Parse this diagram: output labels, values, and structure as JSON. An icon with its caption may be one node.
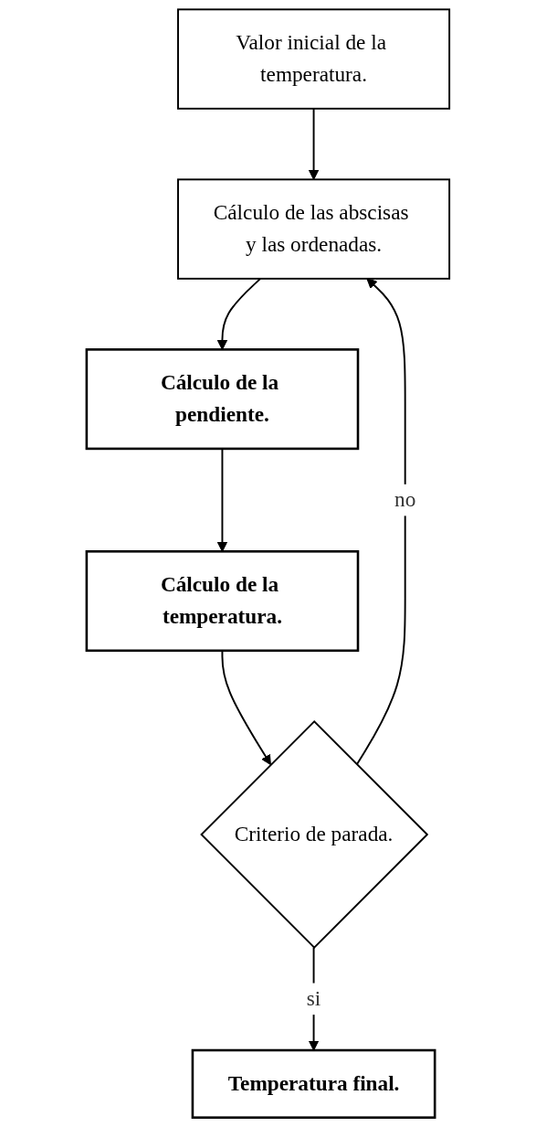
{
  "diagram": {
    "nodes": [
      {
        "text": [
          "Valor inicial de la temperatura."
        ]
      },
      {
        "text": [
          "Cálculo de las abscisas y las ordenadas."
        ]
      },
      {
        "text": [
          "Cálculo de la pendiente."
        ]
      },
      {
        "text": [
          "Cálculo de la temperatura."
        ]
      },
      {
        "text": [
          "Criterio de parada."
        ]
      },
      {
        "text": [
          "Temperatura final."
        ]
      }
    ],
    "edges": [
      {
        "from": 0,
        "to": 1,
        "arrow": "to"
      },
      {
        "from": 1,
        "to": 2,
        "arrow": "to"
      },
      {
        "from": 2,
        "to": 3,
        "arrow": "to"
      },
      {
        "from": 3,
        "to": 4,
        "arrow": "to"
      },
      {
        "from": 4,
        "to": 1,
        "arrow": "to",
        "label": "no"
      },
      {
        "from": 4,
        "to": 5,
        "arrow": "to",
        "label": "si"
      }
    ]
  }
}
